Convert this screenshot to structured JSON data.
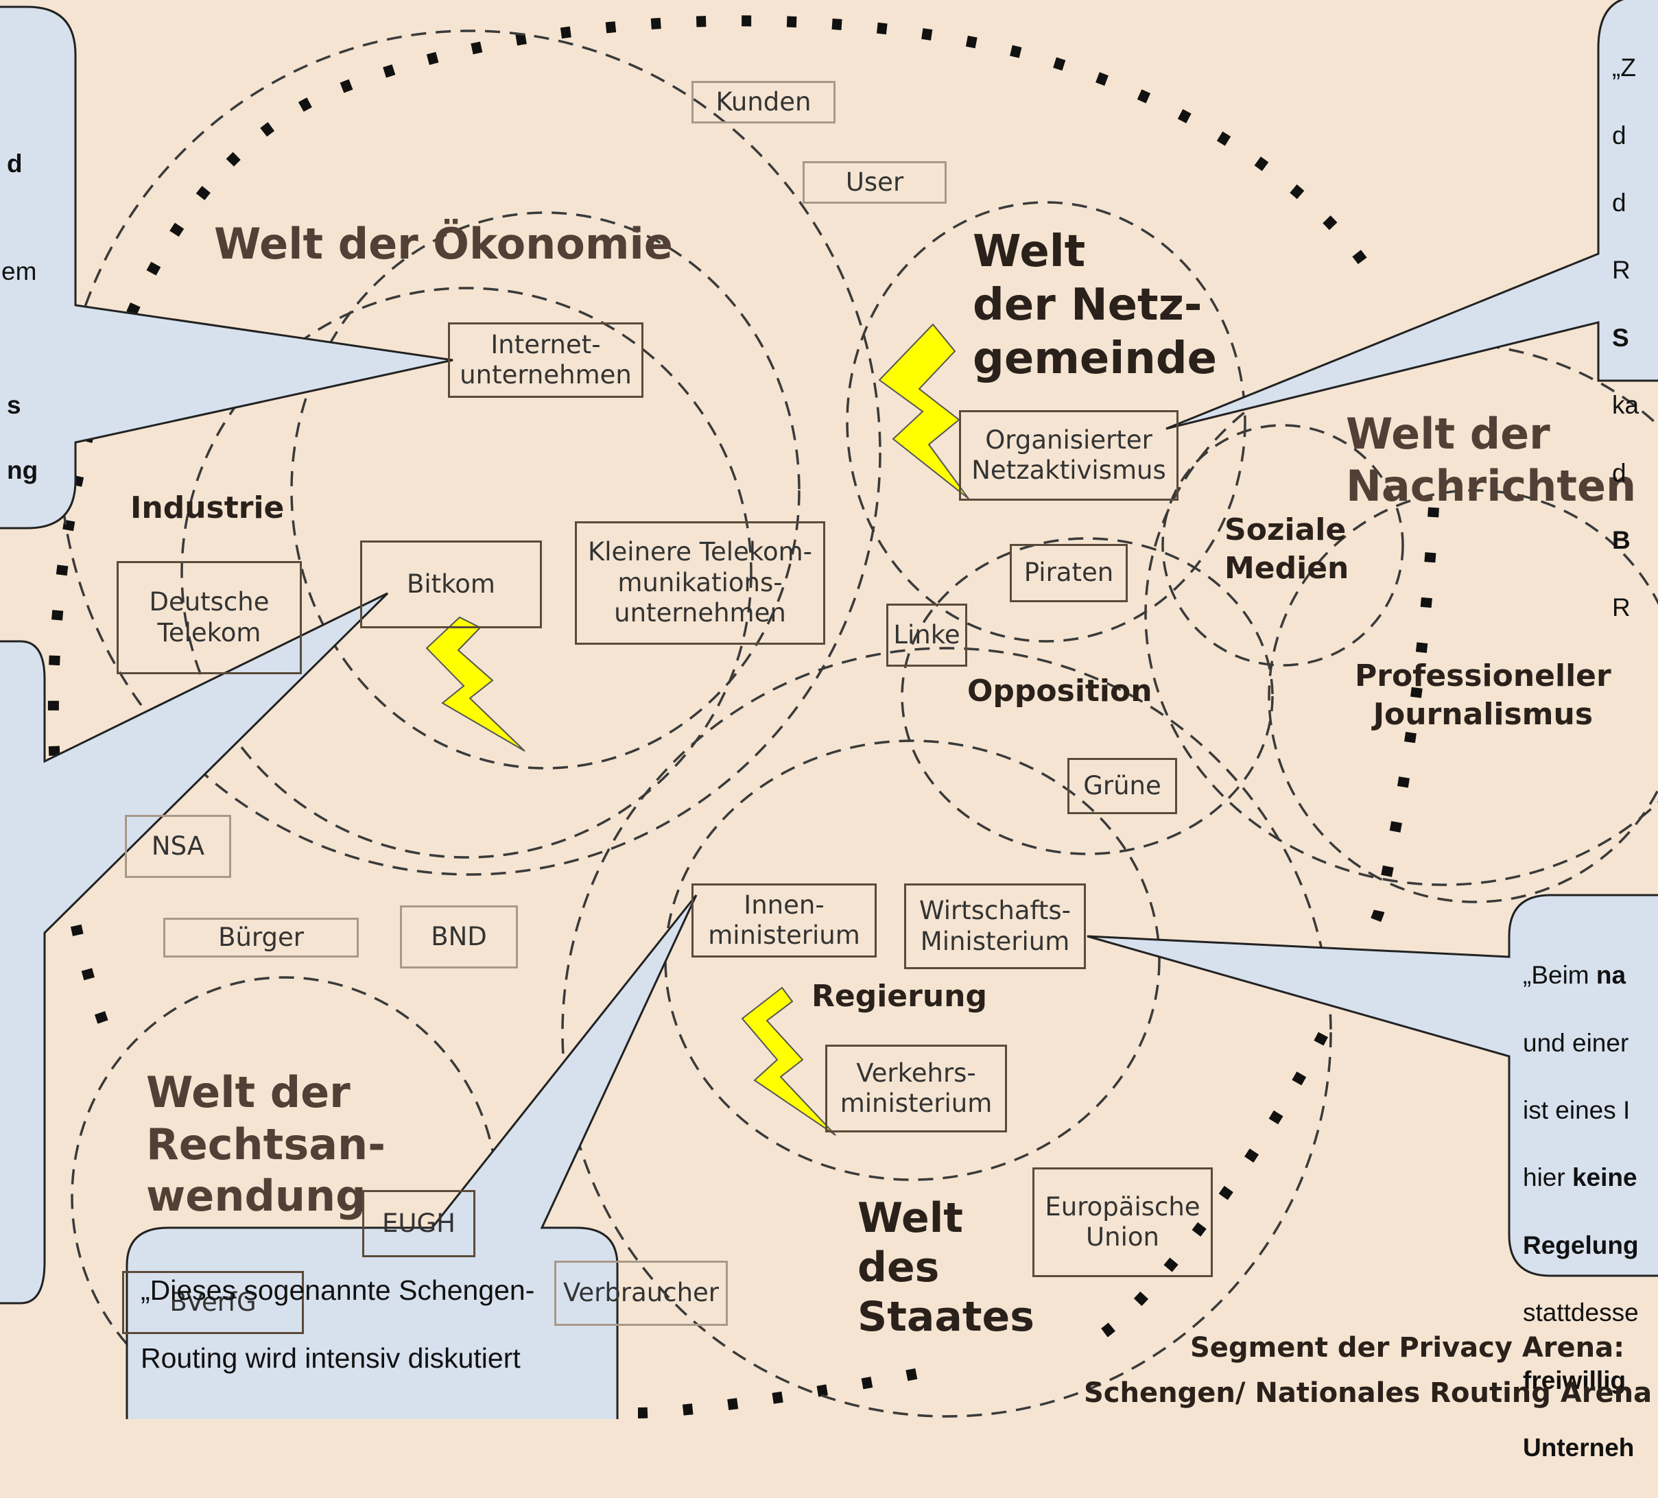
{
  "worlds": {
    "oekonomie": "Welt der Ökonomie",
    "netzgemeinde": "Welt\nder Netz-\ngemeinde",
    "nachrichten": "Welt der\nNachrichten",
    "rechtsanwendung": "Welt der\nRechtsan-\nwendung",
    "staat": "Welt\ndes\nStaates"
  },
  "subgroups": {
    "industrie": "Industrie",
    "opposition": "Opposition",
    "regierung": "Regierung",
    "soziale_medien": "Soziale\nMedien",
    "journalismus": "Professioneller\nJournalismus"
  },
  "boxes": {
    "kunden": "Kunden",
    "user": "User",
    "internet": "Internet-\nunternehmen",
    "organisierter": "Organisierter\nNetzaktivismus",
    "deutsche_telekom": "Deutsche\nTelekom",
    "bitkom": "Bitkom",
    "kleinere": "Kleinere Telekom-\nmunikations-\nunternehmen",
    "piraten": "Piraten",
    "linke": "Linke",
    "gruene": "Grüne",
    "nsa": "NSA",
    "buerger": "Bürger",
    "bnd": "BND",
    "innen": "Innen-\nministerium",
    "wirtschaft": "Wirtschafts-\nMinisterium",
    "verkehr": "Verkehrs-\nministerium",
    "eu": "Europäische\nUnion",
    "eugh": "EUGH",
    "bverfg": "BVerfG",
    "verbraucher": "Verbraucher"
  },
  "callouts": {
    "top_left": [
      "d",
      "em",
      "s",
      "ng"
    ],
    "top_right": [
      "„Z",
      "d",
      "d",
      "R",
      "S",
      "ka",
      "d",
      "B",
      "R"
    ],
    "bottom_right_runs": [
      [
        "„Beim ",
        "na"
      ],
      [
        "und einer"
      ],
      [
        "ist eines I"
      ],
      [
        "hier ",
        "keine"
      ],
      [
        "Regelung"
      ],
      [
        "stattdesse"
      ],
      [
        "freiwillig"
      ],
      [
        "Unterneh"
      ]
    ],
    "bottom_center": [
      "„Dieses sogenannte Schengen-",
      "Routing wird intensiv diskutiert"
    ]
  },
  "footer": {
    "line1": "Segment der Privacy Arena:",
    "line2": "Schengen/ Nationales Routing Arena"
  },
  "colors": {
    "background": "#f4e4d1",
    "callout_fill": "#d7e1ee",
    "callout_border": "#222222",
    "dashed_circle": "#3a3a3a",
    "box_border": "#5a4a3a",
    "lightning": "#ffff00"
  }
}
